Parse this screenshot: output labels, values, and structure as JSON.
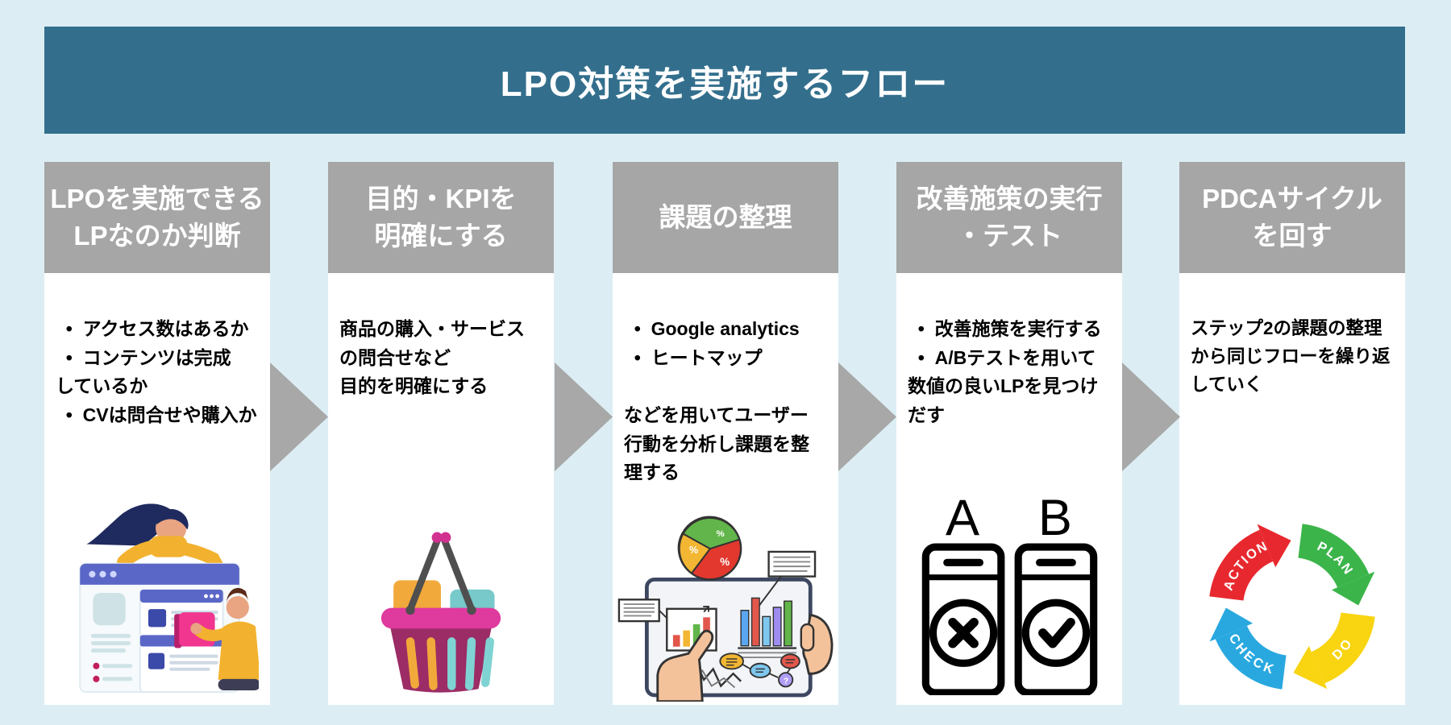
{
  "title": "LPO対策を実施するフロー",
  "steps": [
    {
      "header": "LPOを実施できる\nLPなのか判断",
      "body": "  •  アクセス数はあるか\n  •  コンテンツは完成\nしているか\n  •  CVは問合せや購入か",
      "illustration": "landing-page-team"
    },
    {
      "header": "目的・KPIを\n明確にする",
      "body": "商品の購入・サービス\nの問合せなど\n目的を明確にする",
      "illustration": "shopping-basket"
    },
    {
      "header": "課題の整理",
      "body": "  •  Google analytics\n  •  ヒートマップ\n\nなどを用いてユーザー\n行動を分析し課題を整\n理する",
      "illustration": "analytics-review"
    },
    {
      "header": "改善施策の実行\n・テスト",
      "body": "  •  改善施策を実行する\n  •  A/Bテストを用いて\n数値の良いLPを見つけ\nだす",
      "illustration": "ab-test-phones"
    },
    {
      "header": "PDCAサイクル\nを回す",
      "body": "ステップ2の課題の整理\nから同じフローを繰り返\nしていく",
      "illustration": "pdca-cycle"
    }
  ],
  "ab_test": {
    "variant_a": "A",
    "variant_b": "B"
  },
  "pdca": {
    "action": "ACTION",
    "plan": "PLAN",
    "do": "DO",
    "check": "CHECK"
  },
  "pie_labels": {
    "p1": "%",
    "p2": "%",
    "p3": "%"
  },
  "colors": {
    "background": "#dceef4",
    "banner": "#336f8d",
    "step_header": "#a6a6a6",
    "arrow": "#a8a8a8",
    "pdca_action": "#e8282f",
    "pdca_plan": "#3bb54a",
    "pdca_do": "#f8d411",
    "pdca_check": "#29a8e0",
    "basket": "#9c2c66",
    "basket_rim": "#df3a9e",
    "accent_yellow": "#f2b12e",
    "accent_pink": "#f0368f",
    "accent_indigo": "#5b67c7"
  }
}
